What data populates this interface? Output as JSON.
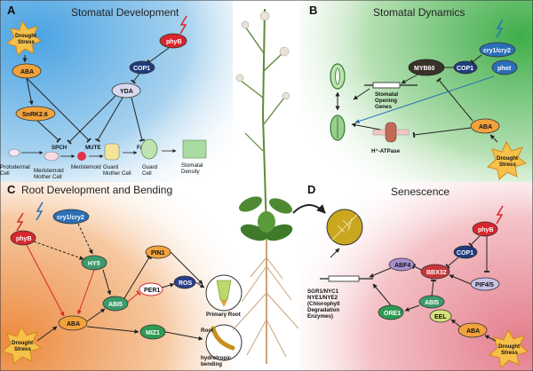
{
  "panels": {
    "a": {
      "letter": "A",
      "title": "Stomatal Development"
    },
    "b": {
      "letter": "B",
      "title": "Stomatal Dynamics"
    },
    "c": {
      "letter": "C",
      "title": "Root Development and Bending"
    },
    "d": {
      "letter": "D",
      "title": "Senescence"
    }
  },
  "colors": {
    "panel_a_bg": "#6fb3e6",
    "panel_b_bg": "#5fbf6a",
    "panel_c_bg": "#f0a36a",
    "panel_d_bg": "#e9a0a8",
    "aba_orange": "#f2a23c",
    "phyb_red": "#d9262c",
    "cop1_navy": "#1f3c7a",
    "cry_blue": "#2a6fb7"
  },
  "a": {
    "drought_stress": "Drought\nStress",
    "aba": "ABA",
    "phyb": "phyB",
    "cop1": "COP1",
    "yda": "YDA",
    "snrk": "SnRK2.6",
    "spch": "SPCH",
    "mute": "MUTE",
    "fama": "FAMA",
    "protodermal": "Protodermal\nCell",
    "meristemoid_mother": "Meristemoid\nMother Cell",
    "meristemoid": "Meristemoid",
    "guard_mother": "Guard\nMother Cell",
    "guard_cell": "Guard\nCell",
    "stomatal_density": "Stomatal\nDensity"
  },
  "b": {
    "myb60": "MYB60",
    "cop1": "COP1",
    "cry": "cry1/cry2",
    "phot": "phot",
    "genes": "Stomatal\nOpening\nGenes",
    "atpase": "H⁺-ATPase",
    "aba": "ABA",
    "drought_stress": "Drought\nStress"
  },
  "c": {
    "cry": "cry1/cry2",
    "phyb": "phyB",
    "hy5": "HY5",
    "pin1": "PIN1",
    "ros": "ROS",
    "per1": "PER1",
    "abi5": "ABI5",
    "miz1": "MIZ1",
    "aba": "ABA",
    "drought_stress": "Drought\nStress",
    "primary_root": "Primary Root",
    "hydrotropic": "Root\nhydrotropic\nbending"
  },
  "d": {
    "phyb": "phyB",
    "cop1": "COP1",
    "abf4": "ABF4",
    "bbx32": "BBX32",
    "pif": "PIF4/5",
    "abi5": "ABI5",
    "eel": "EEL",
    "ore1": "ORE1",
    "aba": "ABA",
    "drought_stress": "Drought\nStress",
    "genes": "SGR1/NYC1\nNYE1/NYE2\n(Chlorophyll\nDegradation\nEnzymes)"
  }
}
